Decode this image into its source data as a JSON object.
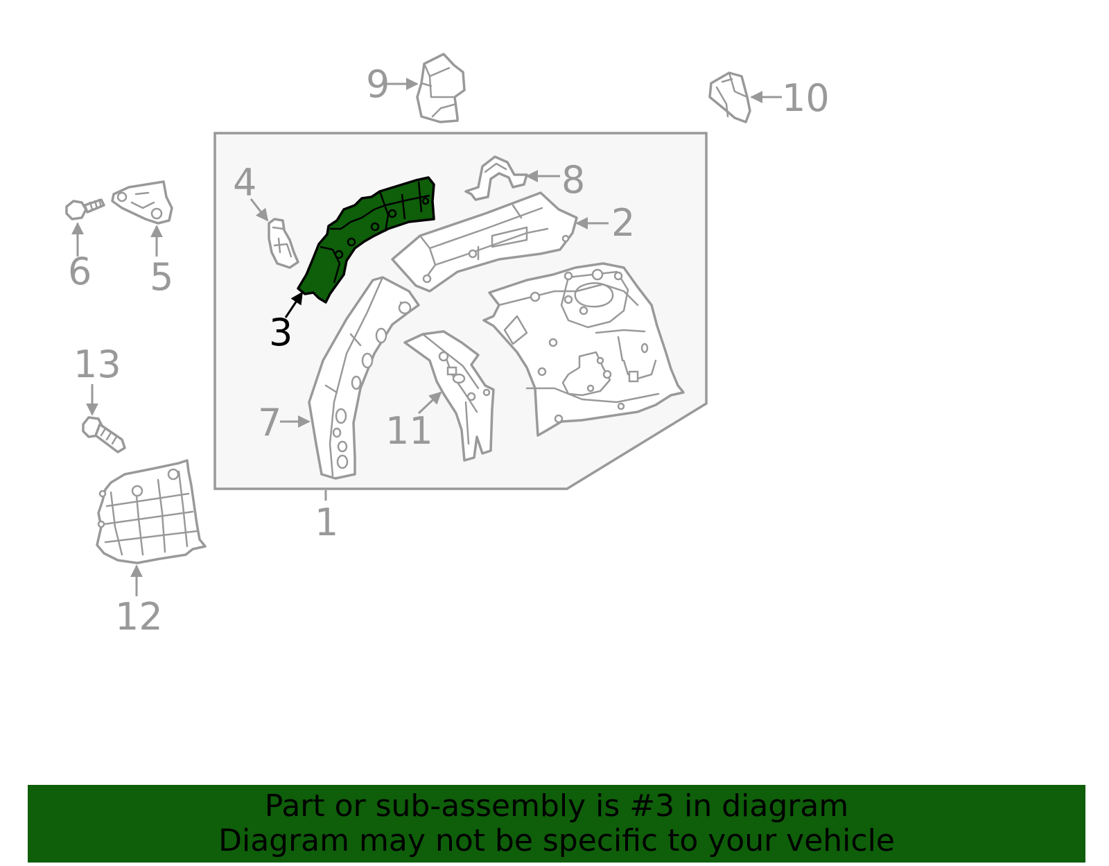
{
  "diagram": {
    "callouts": {
      "c1": "1",
      "c2": "2",
      "c3": "3",
      "c4": "4",
      "c5": "5",
      "c6": "6",
      "c7": "7",
      "c8": "8",
      "c9": "9",
      "c10": "10",
      "c11": "11",
      "c12": "12",
      "c13": "13"
    },
    "highlighted_part": "3",
    "colors": {
      "highlight": "#0f5e0a",
      "parts": "#999999",
      "panel": "#f7f7f7"
    }
  },
  "banner": {
    "line1": "Part or sub-assembly is #3 in diagram",
    "line2": "Diagram may not be specific to your vehicle"
  }
}
